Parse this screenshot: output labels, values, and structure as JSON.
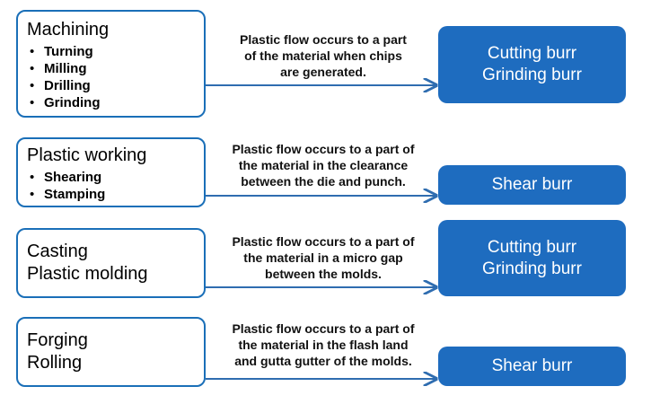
{
  "colors": {
    "box_border": "#1a6fb8",
    "burr_fill": "#1e6cbf",
    "arrow": "#2f6db0"
  },
  "rows": [
    {
      "process": {
        "title_lines": [
          "Machining"
        ],
        "items": [
          "Turning",
          "Milling",
          "Drilling",
          "Grinding"
        ]
      },
      "description": [
        "Plastic flow occurs to a part",
        "of the material when chips",
        "are generated."
      ],
      "burr": [
        "Cutting burr",
        "Grinding burr"
      ]
    },
    {
      "process": {
        "title_lines": [
          "Plastic working"
        ],
        "items": [
          "Shearing",
          "Stamping"
        ]
      },
      "description": [
        "Plastic flow occurs to a part of",
        "the material in the clearance",
        "between the die and punch."
      ],
      "burr": [
        "Shear burr"
      ]
    },
    {
      "process": {
        "title_lines": [
          "Casting",
          "Plastic molding"
        ],
        "items": []
      },
      "description": [
        "Plastic flow occurs to a part of",
        "the material in a micro gap",
        "between the molds."
      ],
      "burr": [
        "Cutting burr",
        "Grinding burr"
      ]
    },
    {
      "process": {
        "title_lines": [
          "Forging",
          "Rolling"
        ],
        "items": []
      },
      "description": [
        "Plastic flow occurs to a part of",
        "the material in the flash land",
        "and gutta gutter of the molds."
      ],
      "burr": [
        "Shear burr"
      ]
    }
  ]
}
